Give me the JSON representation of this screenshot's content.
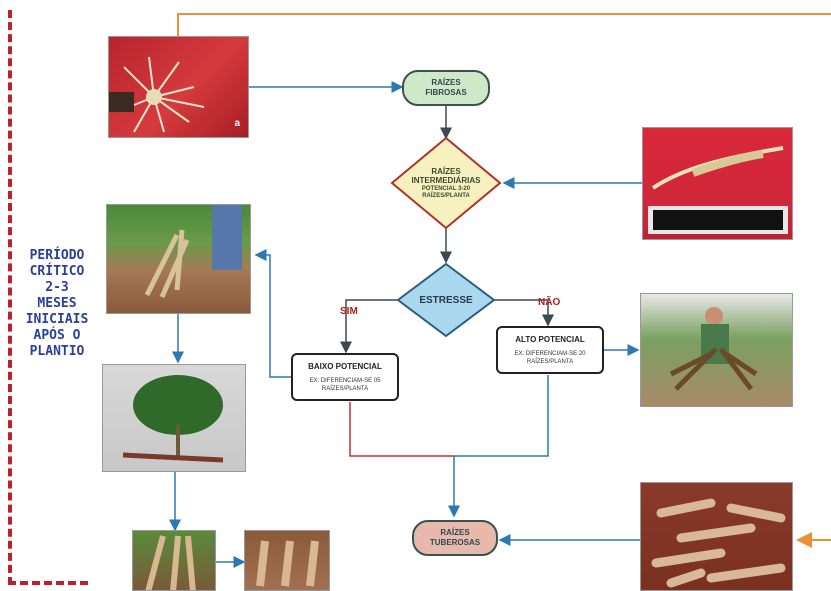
{
  "sidebar": {
    "text": "PERÍODO\nCRÍTICO\n2-3\nMESES\nINICIAIS\nAPÓS O\nPLANTIO"
  },
  "nodes": {
    "fibrosas": "RAÍZES FIBROSAS",
    "intermediarias": {
      "title": "RAÍZES INTERMEDIÁRIAS",
      "detail": "POTENCIAL 3-20 RAÍZES/PLANTA"
    },
    "estresse": "ESTRESSE",
    "baixo": {
      "title": "BAIXO POTENCIAL",
      "detail": "EX: DIFERENCIAM-SE 05 RAÍZES/PLANTA"
    },
    "alto": {
      "title": "ALTO POTENCIAL",
      "detail": "EX: DIFERENCIAM-SE 20 RAÍZES/PLANTA"
    },
    "tuberosas": "RAÍZES TUBEROSAS"
  },
  "labels": {
    "sim": "SIM",
    "nao": "NÃO",
    "photo_a": "a"
  },
  "colors": {
    "fibrosas_fill": "#cfe8c8",
    "intermediarias_fill": "#f7f1bf",
    "intermediarias_border": "#b0302a",
    "estresse_fill": "#a9d8ef",
    "tuberosas_fill": "#e8b8ac",
    "arrow_blue": "#2b78b5",
    "arrow_red": "#c0303a",
    "arrow_orange": "#e8903a",
    "sidebar_text": "#2a3f9c"
  }
}
